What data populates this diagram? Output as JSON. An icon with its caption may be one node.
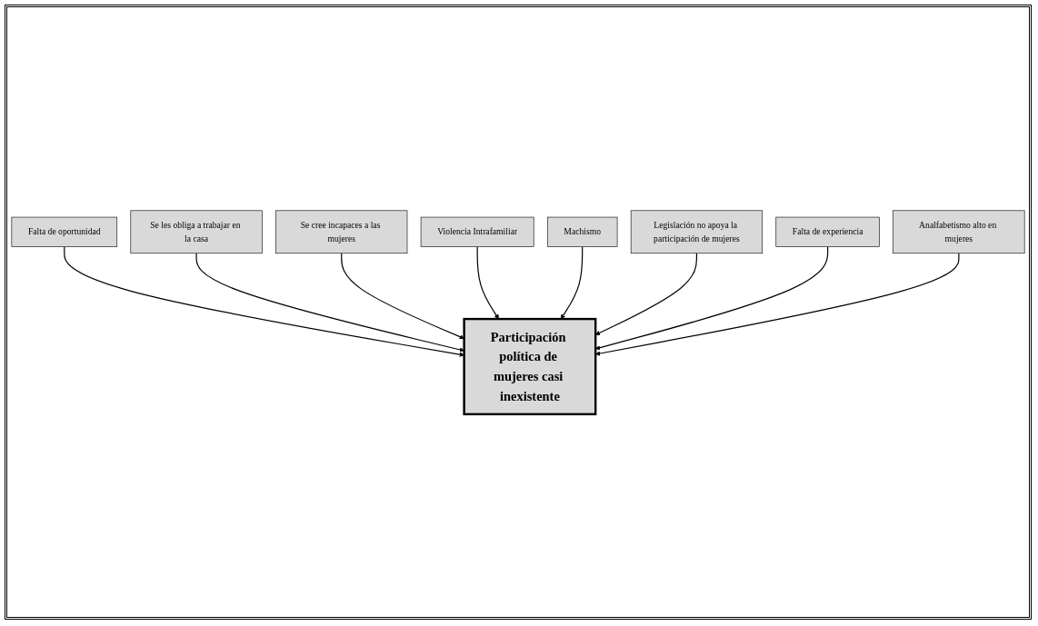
{
  "diagram": {
    "nodes": [
      {
        "text": [
          "Falta de oportunidad"
        ]
      },
      {
        "text": [
          "Se les obliga a trabajar en la casa"
        ]
      },
      {
        "text": [
          "Se cree incapaces a las mujeres"
        ]
      },
      {
        "text": [
          "Violencia Intrafamiliar"
        ]
      },
      {
        "text": [
          "Participación política de mujeres casi inexistente"
        ]
      },
      {
        "text": [
          "Machismo"
        ]
      },
      {
        "text": [
          "Legislación no apoya la participación de mujeres"
        ]
      },
      {
        "text": [
          "Falta de experiencia"
        ]
      },
      {
        "text": [
          "Analfabetismo alto en mujeres"
        ]
      }
    ],
    "edges": [
      {
        "from": 0,
        "to": 4,
        "arrow": "to"
      },
      {
        "from": 1,
        "to": 4,
        "arrow": "to"
      },
      {
        "from": 2,
        "to": 4,
        "arrow": "to"
      },
      {
        "from": 3,
        "to": 4,
        "arrow": "to"
      },
      {
        "from": 5,
        "to": 4,
        "arrow": "to"
      },
      {
        "from": 6,
        "to": 4,
        "arrow": "to"
      },
      {
        "from": 7,
        "to": 4,
        "arrow": "to"
      },
      {
        "from": 8,
        "to": 4,
        "arrow": "to"
      }
    ]
  }
}
